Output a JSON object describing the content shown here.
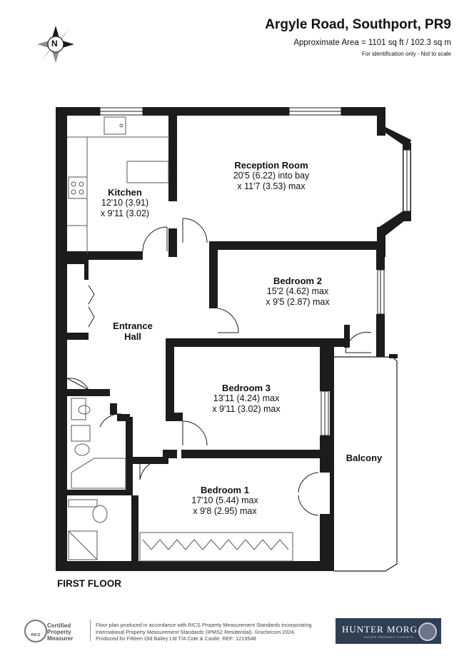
{
  "header": {
    "title": "Argyle Road, Southport, PR9",
    "area": "Approximate Area = 1101 sq ft / 102.3 sq m",
    "note": "For identification only - Not to scale"
  },
  "compass": {
    "label": "N"
  },
  "rooms": {
    "reception": {
      "name": "Reception Room",
      "line1": "20'5 (6.22) into bay",
      "line2": "x 11'7 (3.53) max"
    },
    "kitchen": {
      "name": "Kitchen",
      "line1": "12'10 (3.91)",
      "line2": "x 9'11 (3.02)"
    },
    "bedroom2": {
      "name": "Bedroom 2",
      "line1": "15'2 (4.62) max",
      "line2": "x 9'5 (2.87) max"
    },
    "entrance": {
      "line1": "Entrance",
      "line2": "Hall"
    },
    "bedroom3": {
      "name": "Bedroom 3",
      "line1": "13'11 (4.24) max",
      "line2": "x 9'11 (3.02) max"
    },
    "balcony": {
      "name": "Balcony"
    },
    "bedroom1": {
      "name": "Bedroom 1",
      "line1": "17'10 (5.44) max",
      "line2": "x 9'8 (2.95) max"
    }
  },
  "floor_label": "FIRST FLOOR",
  "footer": {
    "rics": [
      "Certified",
      "Property",
      "Measurer"
    ],
    "rics_badge": "RICS",
    "lines": [
      "Floor plan produced in accordance with RICS Property Measurement Standards incorporating",
      "International Property Measurement Standards (IPMS2 Residential). ©nichecom 2024.",
      "Produced for Fifteen Old Bailey Ltd T/A Cote & Castle.   REF:  1219548"
    ],
    "agent": "HUNTER MORGAN",
    "agent_sub": "ESTATE PROPERTY EXPERTS"
  },
  "colors": {
    "wall": "#1c1c1c",
    "agent_bg": "#2f3d55"
  }
}
